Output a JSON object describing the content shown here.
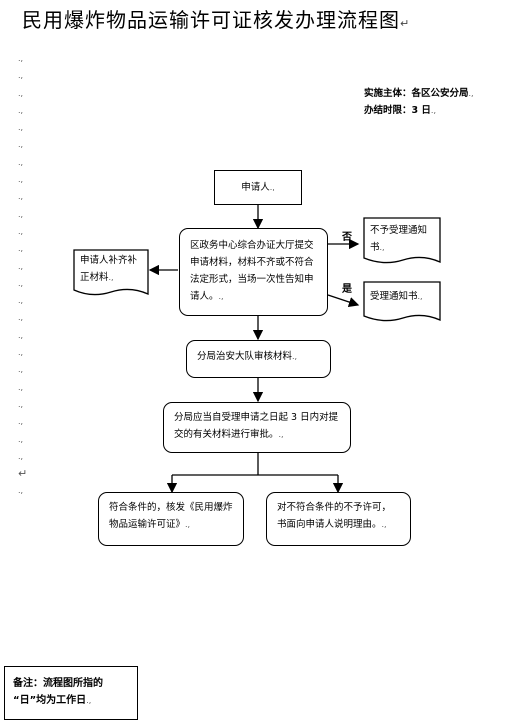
{
  "title": "民用爆炸物品运输许可证核发办理流程图",
  "title_mark": "↵",
  "info": {
    "subject": "实施主体：各区公安分局",
    "deadline": "办结时限：3 日"
  },
  "mark": ".,",
  "margin_marks": [
    ".,",
    ".,",
    ".,",
    ".,",
    ".,",
    ".,",
    ".,",
    ".,",
    ".,",
    ".,",
    ".,",
    ".,",
    ".,",
    ".,",
    ".,",
    ".,",
    ".,",
    ".,",
    ".,",
    ".,",
    ".,",
    ".,",
    ".,",
    ".,",
    "↵",
    ".,"
  ],
  "flow": {
    "applicant": "申请人",
    "center": "区政务中心综合办证大厅提交申请材料，材料不齐或不符合法定形式，当场一次性告知申请人。",
    "supplement": "申请人补齐补正材料",
    "reject": "不予受理通知书",
    "accept": "受理通知书",
    "review": "分局治安大队审核材料",
    "approve_step": "分局应当自受理申请之日起 3 日内对提交的有关材料进行审批。",
    "grant": "符合条件的，核发《民用爆炸物品运输许可证》",
    "deny": "对不符合条件的不予许可，书面向申请人说明理由。",
    "label_no": "否",
    "label_yes": "是"
  },
  "note": {
    "line1": "备注：流程图所指的",
    "line2": "“日”均为工作日"
  }
}
